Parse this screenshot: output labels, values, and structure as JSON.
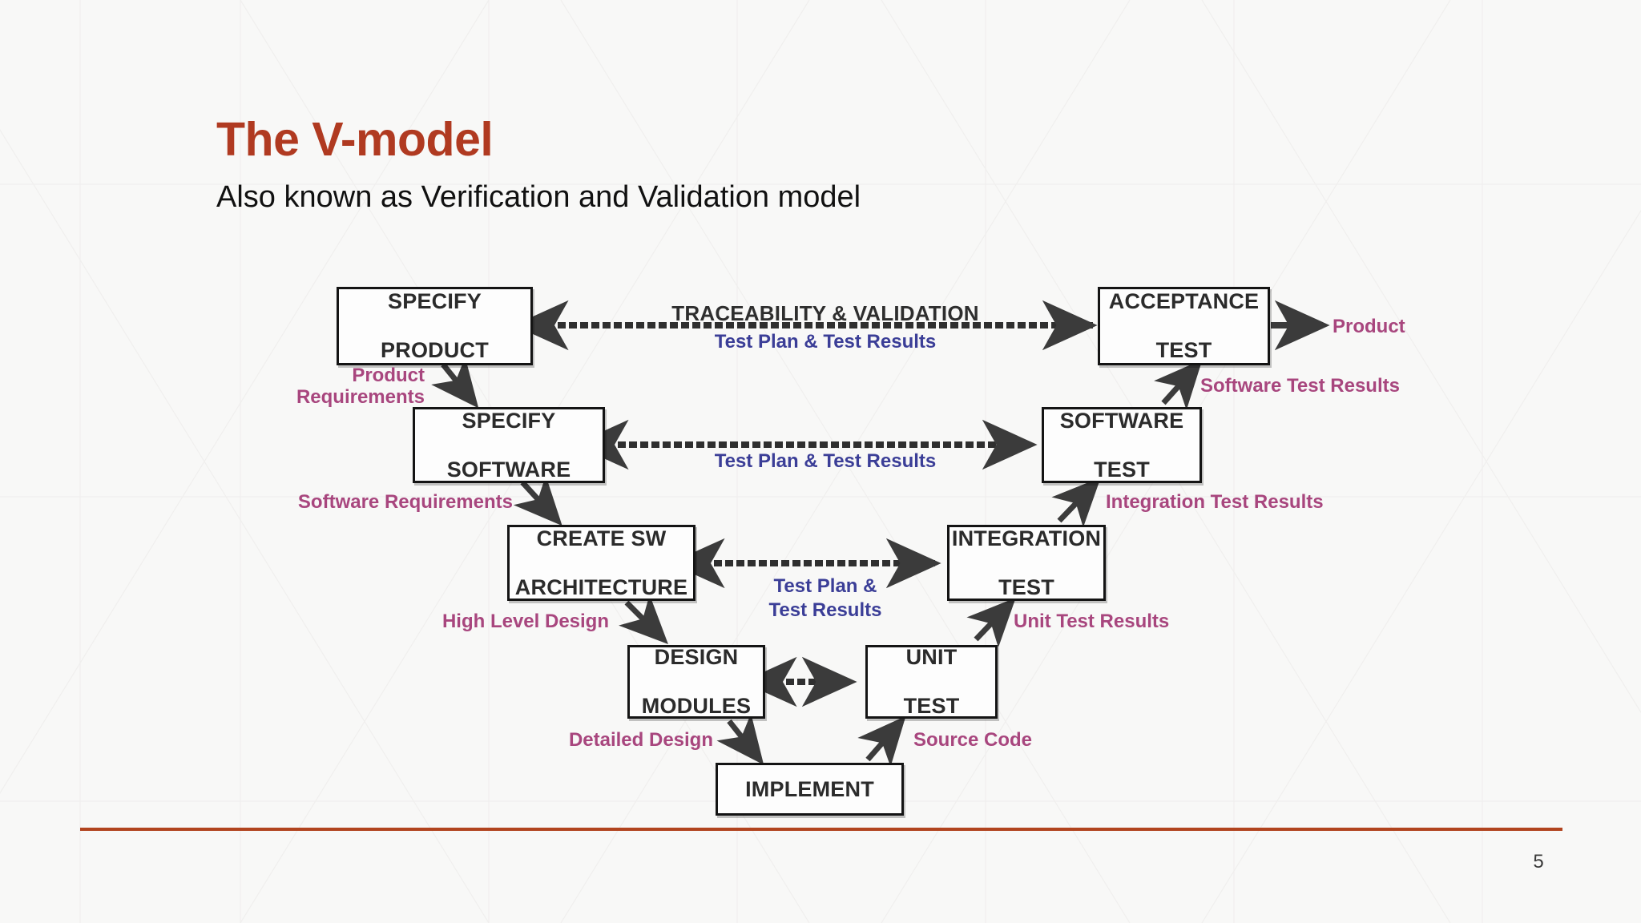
{
  "slide": {
    "title": "The V-model",
    "subtitle": "Also known as Verification and Validation model",
    "page_number": "5",
    "accent_color": "#B03A21",
    "rule_color": "#B1441F",
    "background_color": "#f8f8f7"
  },
  "diagram": {
    "title": "V-model (Verification and Validation model)",
    "label_colors": {
      "artifact": "#A8467E",
      "test_plan": "#3B3E97",
      "traceability": "#2e2e2e"
    },
    "nodes": [
      {
        "id": "specify-product",
        "lines": [
          "SPECIFY",
          "PRODUCT"
        ],
        "side": "left",
        "level": 1
      },
      {
        "id": "specify-software",
        "lines": [
          "SPECIFY",
          "SOFTWARE"
        ],
        "side": "left",
        "level": 2
      },
      {
        "id": "create-sw-architecture",
        "lines": [
          "CREATE SW",
          "ARCHITECTURE"
        ],
        "side": "left",
        "level": 3
      },
      {
        "id": "design-modules",
        "lines": [
          "DESIGN",
          "MODULES"
        ],
        "side": "left",
        "level": 4
      },
      {
        "id": "implement",
        "lines": [
          "IMPLEMENT"
        ],
        "side": "bottom",
        "level": 5
      },
      {
        "id": "unit-test",
        "lines": [
          "UNIT",
          "TEST"
        ],
        "side": "right",
        "level": 4
      },
      {
        "id": "integration-test",
        "lines": [
          "INTEGRATION",
          "TEST"
        ],
        "side": "right",
        "level": 3
      },
      {
        "id": "software-test",
        "lines": [
          "SOFTWARE",
          "TEST"
        ],
        "side": "right",
        "level": 2
      },
      {
        "id": "acceptance-test",
        "lines": [
          "ACCEPTANCE",
          "TEST"
        ],
        "side": "right",
        "level": 1
      }
    ],
    "artifact_labels": [
      {
        "id": "product-requirements",
        "lines": [
          "Product",
          "Requirements"
        ],
        "color": "artifact"
      },
      {
        "id": "software-requirements",
        "lines": [
          "Software Requirements"
        ],
        "color": "artifact"
      },
      {
        "id": "high-level-design",
        "lines": [
          "High Level Design"
        ],
        "color": "artifact"
      },
      {
        "id": "detailed-design",
        "lines": [
          "Detailed Design"
        ],
        "color": "artifact"
      },
      {
        "id": "source-code",
        "lines": [
          "Source Code"
        ],
        "color": "artifact"
      },
      {
        "id": "unit-test-results",
        "lines": [
          "Unit Test Results"
        ],
        "color": "artifact"
      },
      {
        "id": "integration-test-results",
        "lines": [
          "Integration Test Results"
        ],
        "color": "artifact"
      },
      {
        "id": "software-test-results",
        "lines": [
          "Software Test Results"
        ],
        "color": "artifact"
      },
      {
        "id": "product",
        "lines": [
          "Product"
        ],
        "color": "artifact"
      }
    ],
    "link_labels": [
      {
        "id": "traceability-validation",
        "text": "TRACEABILITY & VALIDATION",
        "color": "traceability"
      },
      {
        "id": "test-plan-results-1",
        "text": "Test Plan & Test Results",
        "color": "test_plan"
      },
      {
        "id": "test-plan-results-2",
        "text": "Test Plan & Test Results",
        "color": "test_plan"
      },
      {
        "id": "test-plan-results-3a",
        "text": "Test Plan &",
        "color": "test_plan"
      },
      {
        "id": "test-plan-results-3b",
        "text": "Test Results",
        "color": "test_plan"
      }
    ]
  }
}
